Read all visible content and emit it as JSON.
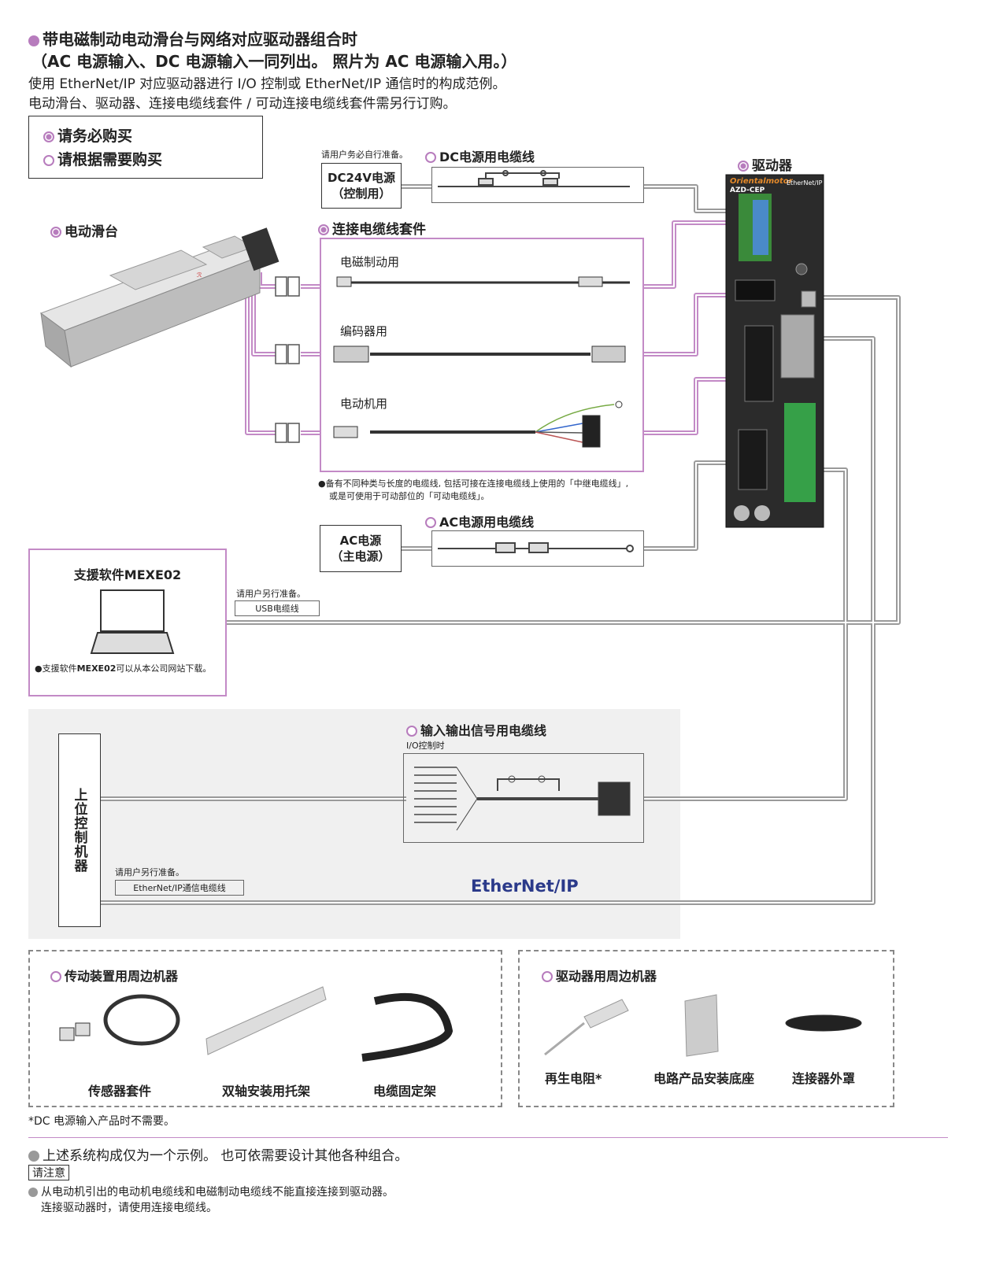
{
  "header": {
    "title": "带电磁制动电动滑台与网络对应驱动器组合时",
    "subtitle": "（AC 电源输入、DC 电源输入一同列出。 照片为 AC 电源输入用。）",
    "desc1": "使用 EtherNet/IP 对应驱动器进行 I/O 控制或 EtherNet/IP 通信时的构成范例。",
    "desc2": "电动滑台、驱动器、连接电缆线套件 / 可动连接电缆线套件需另行订购。"
  },
  "legend": {
    "required": "请务必购买",
    "optional": "请根据需要购买"
  },
  "slide": {
    "label": "电动滑台"
  },
  "driver": {
    "label": "驱动器",
    "brand": "Orientalmotor",
    "model": "AZD-CEP",
    "protocol": "EtherNet/IP"
  },
  "dc_power": {
    "note": "请用户务必自行准备。",
    "label": "DC24V电源\n（控制用）",
    "cable_label": "DC电源用电缆线"
  },
  "cable_kit": {
    "label": "连接电缆线套件",
    "brake": "电磁制动用",
    "encoder": "编码器用",
    "motor": "电动机用",
    "note1": "●备有不同种类与长度的电缆线, 包括可接在连接电缆线上使用的「中继电缆线」,",
    "note2": "或是可使用于可动部位的「可动电缆线」。"
  },
  "ac_power": {
    "label": "AC电源\n（主电源）",
    "cable_label": "AC电源用电缆线"
  },
  "software": {
    "title": "支援软件MEXE02",
    "note_prefix": "●支援软件",
    "note_bold": "MEXE02",
    "note_suffix": "可以从本公司网站下载。",
    "usb_note": "请用户另行准备。",
    "usb_label": "USB电缆线"
  },
  "host": {
    "label": "上位控制机器",
    "io_cable_label": "输入输出信号用电缆线",
    "io_note": "I/O控制时",
    "eth_note": "请用户另行准备。",
    "eth_label": "EtherNet/IP通信电缆线",
    "eth_logo": "EtherNet/IP"
  },
  "peripherals_actuator": {
    "title": "传动装置用周边机器",
    "items": [
      "传感器套件",
      "双轴安装用托架",
      "电缆固定架"
    ]
  },
  "peripherals_driver": {
    "title": "驱动器用周边机器",
    "items": [
      "再生电阻*",
      "电路产品安装底座",
      "连接器外罩"
    ]
  },
  "footnote": "*DC 电源输入产品时不需要。",
  "footer": {
    "line1": "上述系统构成仅为一个示例。 也可依需要设计其他各种组合。",
    "attention": "请注意",
    "line2": "从电动机引出的电动机电缆线和电磁制动电缆线不能直接连接到驱动器。",
    "line3": "连接驱动器时，请使用连接电缆线。"
  },
  "colors": {
    "accent": "#b77cbd",
    "line_gray": "#9a9a9a",
    "panel_gray": "#f0f0f0"
  }
}
